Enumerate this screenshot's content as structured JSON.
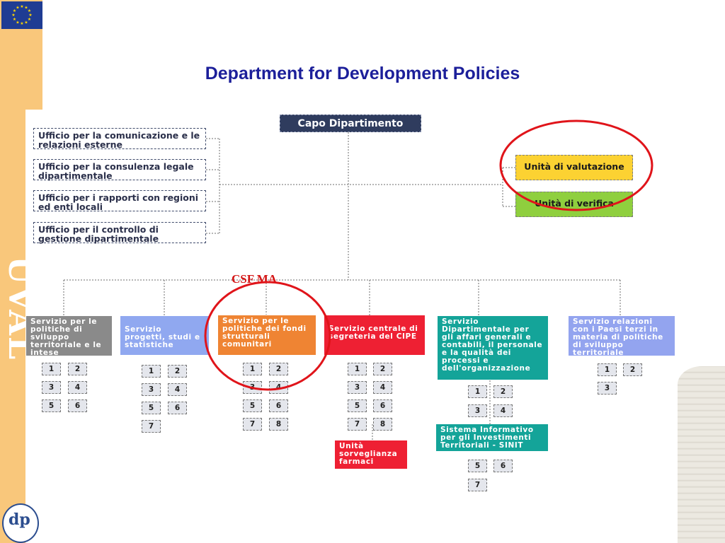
{
  "title": "Department for Development Policies",
  "vertical_word": "UVAL",
  "logo_text": "dp",
  "head": "Capo Dipartimento",
  "staff_offices": [
    "Ufficio per la comunicazione e le relazioni esterne",
    "Ufficio per la consulenza legale dipartimentale",
    "Ufficio per i rapporti con regioni ed enti locali",
    "Ufficio per il controllo di gestione dipartimentale"
  ],
  "units": {
    "valutazione": "Unità di valutazione",
    "verifica": "Unità di verifica"
  },
  "services": [
    {
      "label": "Servizio per le politiche di sviluppo territoriale e le intese",
      "color": "#8a8a8a",
      "numbers": [
        "1",
        "2",
        "3",
        "4",
        "5",
        "6"
      ]
    },
    {
      "label": "Servizio progetti, studi e statistiche",
      "color": "#90a8f0",
      "numbers": [
        "1",
        "2",
        "3",
        "4",
        "5",
        "6",
        "7"
      ]
    },
    {
      "label": "Servizio per le politiche dei fondi strutturali comunitari",
      "color": "#ef8433",
      "numbers": [
        "1",
        "2",
        "3",
        "4",
        "5",
        "6",
        "7",
        "8"
      ]
    },
    {
      "label": "Servizio centrale di segreteria del CIPE",
      "color": "#ee2033",
      "numbers": [
        "1",
        "2",
        "3",
        "4",
        "5",
        "6",
        "7",
        "8"
      ]
    },
    {
      "label": "Servizio Dipartimentale per gli affari generali e contabili, il personale e la qualità dei processi e dell'organizzazione",
      "color": "#14a499",
      "numbers": [
        "1",
        "2",
        "3",
        "4"
      ]
    },
    {
      "label": "Servizio relazioni con i Paesi terzi in materia di politiche di sviluppo territoriale",
      "color": "#93a4ef",
      "numbers": [
        "1",
        "2",
        "3"
      ]
    }
  ],
  "sub_units": {
    "farmaci": "Unità sorveglianza farmaci",
    "sinit": "Sistema Informativo per gli Investimenti Territoriali  -  SINIT",
    "sinit_numbers": [
      "5",
      "6",
      "7"
    ]
  },
  "annotation": "CSF MA",
  "colors": {
    "title": "#1c1f9a",
    "band": "#f9c77b",
    "capo": "#2f3c5e",
    "valutazione": "#fcd232",
    "verifica": "#8fcf3e",
    "highlight_ring": "#e0141a"
  }
}
